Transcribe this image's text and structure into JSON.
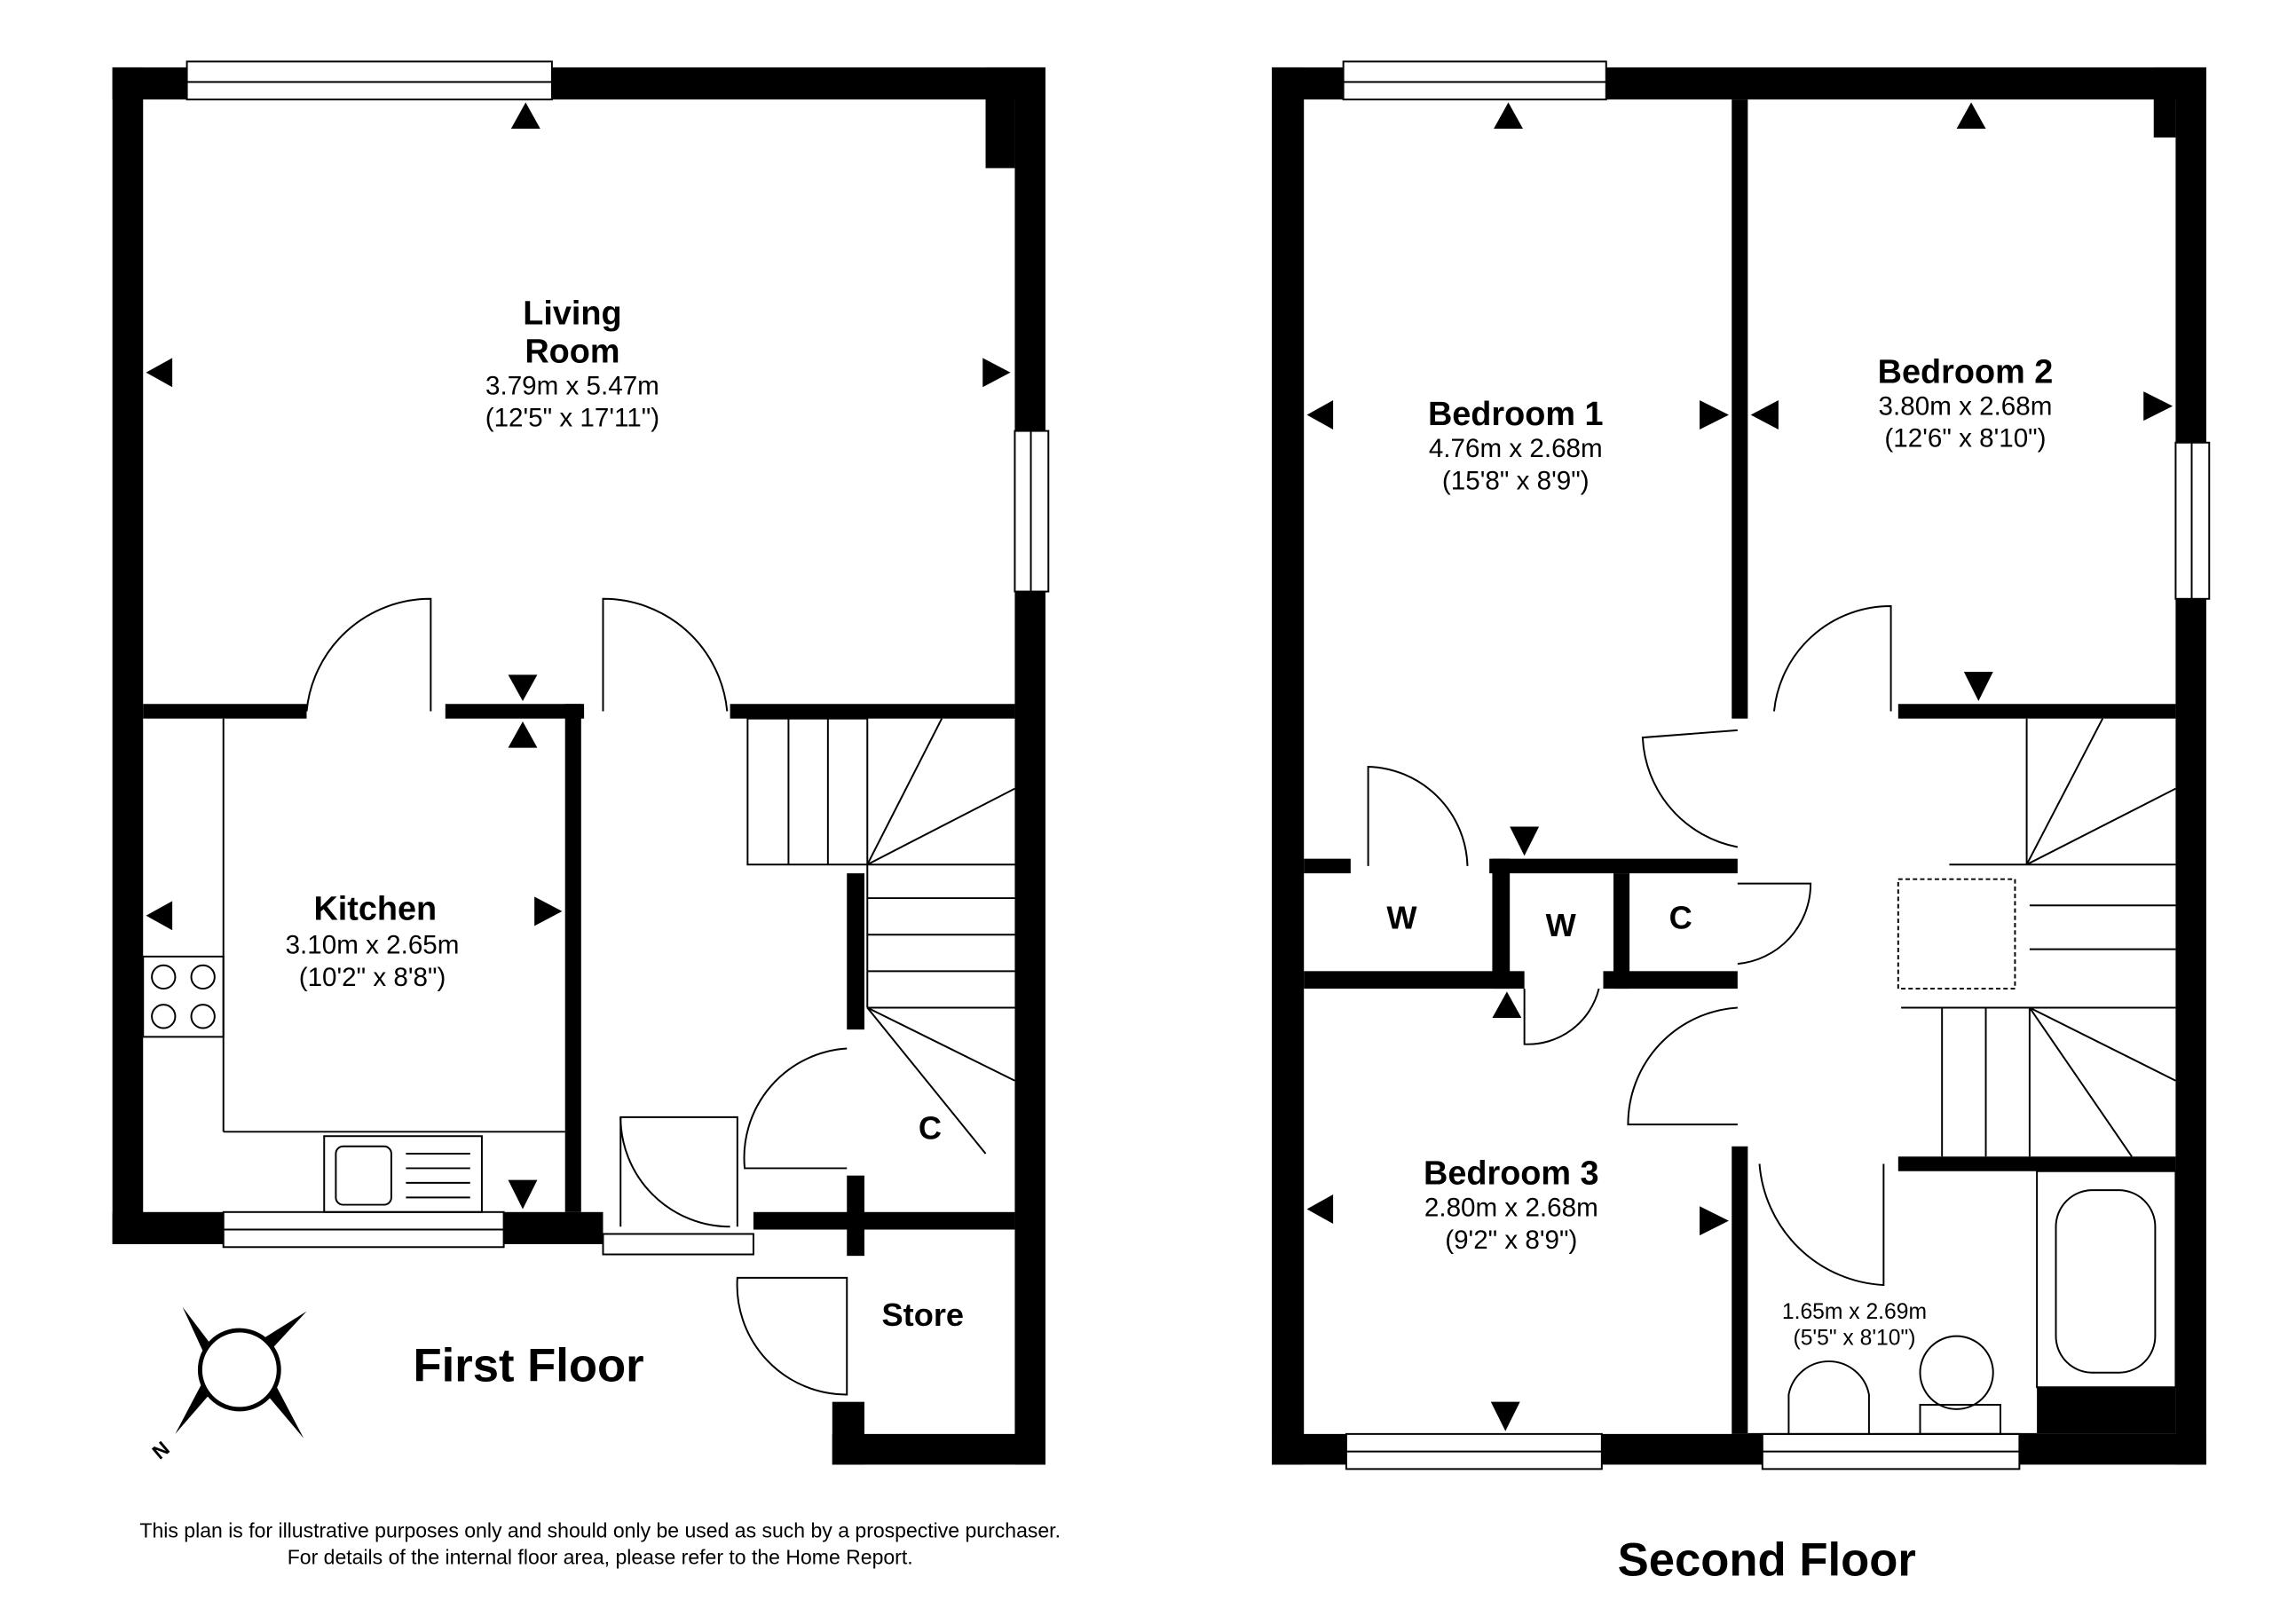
{
  "first_floor": {
    "title": "First Floor",
    "rooms": [
      {
        "name_line1": "Living",
        "name_line2": "Room",
        "metric": "3.79m x 5.47m",
        "imperial": "(12'5\" x 17'11\")"
      },
      {
        "name": "Kitchen",
        "metric": "3.10m x 2.65m",
        "imperial": "(10'2\" x 8'8\")"
      },
      {
        "name": "C"
      },
      {
        "name": "Store"
      }
    ],
    "compass_label": "N"
  },
  "second_floor": {
    "title": "Second Floor",
    "rooms": [
      {
        "name": "Bedroom 1",
        "metric": "4.76m x 2.68m",
        "imperial": "(15'8\" x 8'9\")"
      },
      {
        "name": "Bedroom 2",
        "metric": "3.80m x 2.68m",
        "imperial": "(12'6\" x 8'10\")"
      },
      {
        "name": "Bedroom 3",
        "metric": "2.80m x 2.68m",
        "imperial": "(9'2\" x 8'9\")"
      },
      {
        "name": "W"
      },
      {
        "name": "W"
      },
      {
        "name": "C"
      },
      {
        "metric": "1.65m x 2.69m",
        "imperial": "(5'5\" x 8'10\")"
      }
    ]
  },
  "disclaimer": {
    "line1": "This plan is for illustrative purposes only and should only be used as such by a prospective purchaser.",
    "line2": "For details of the internal floor area, please refer to the Home Report."
  }
}
